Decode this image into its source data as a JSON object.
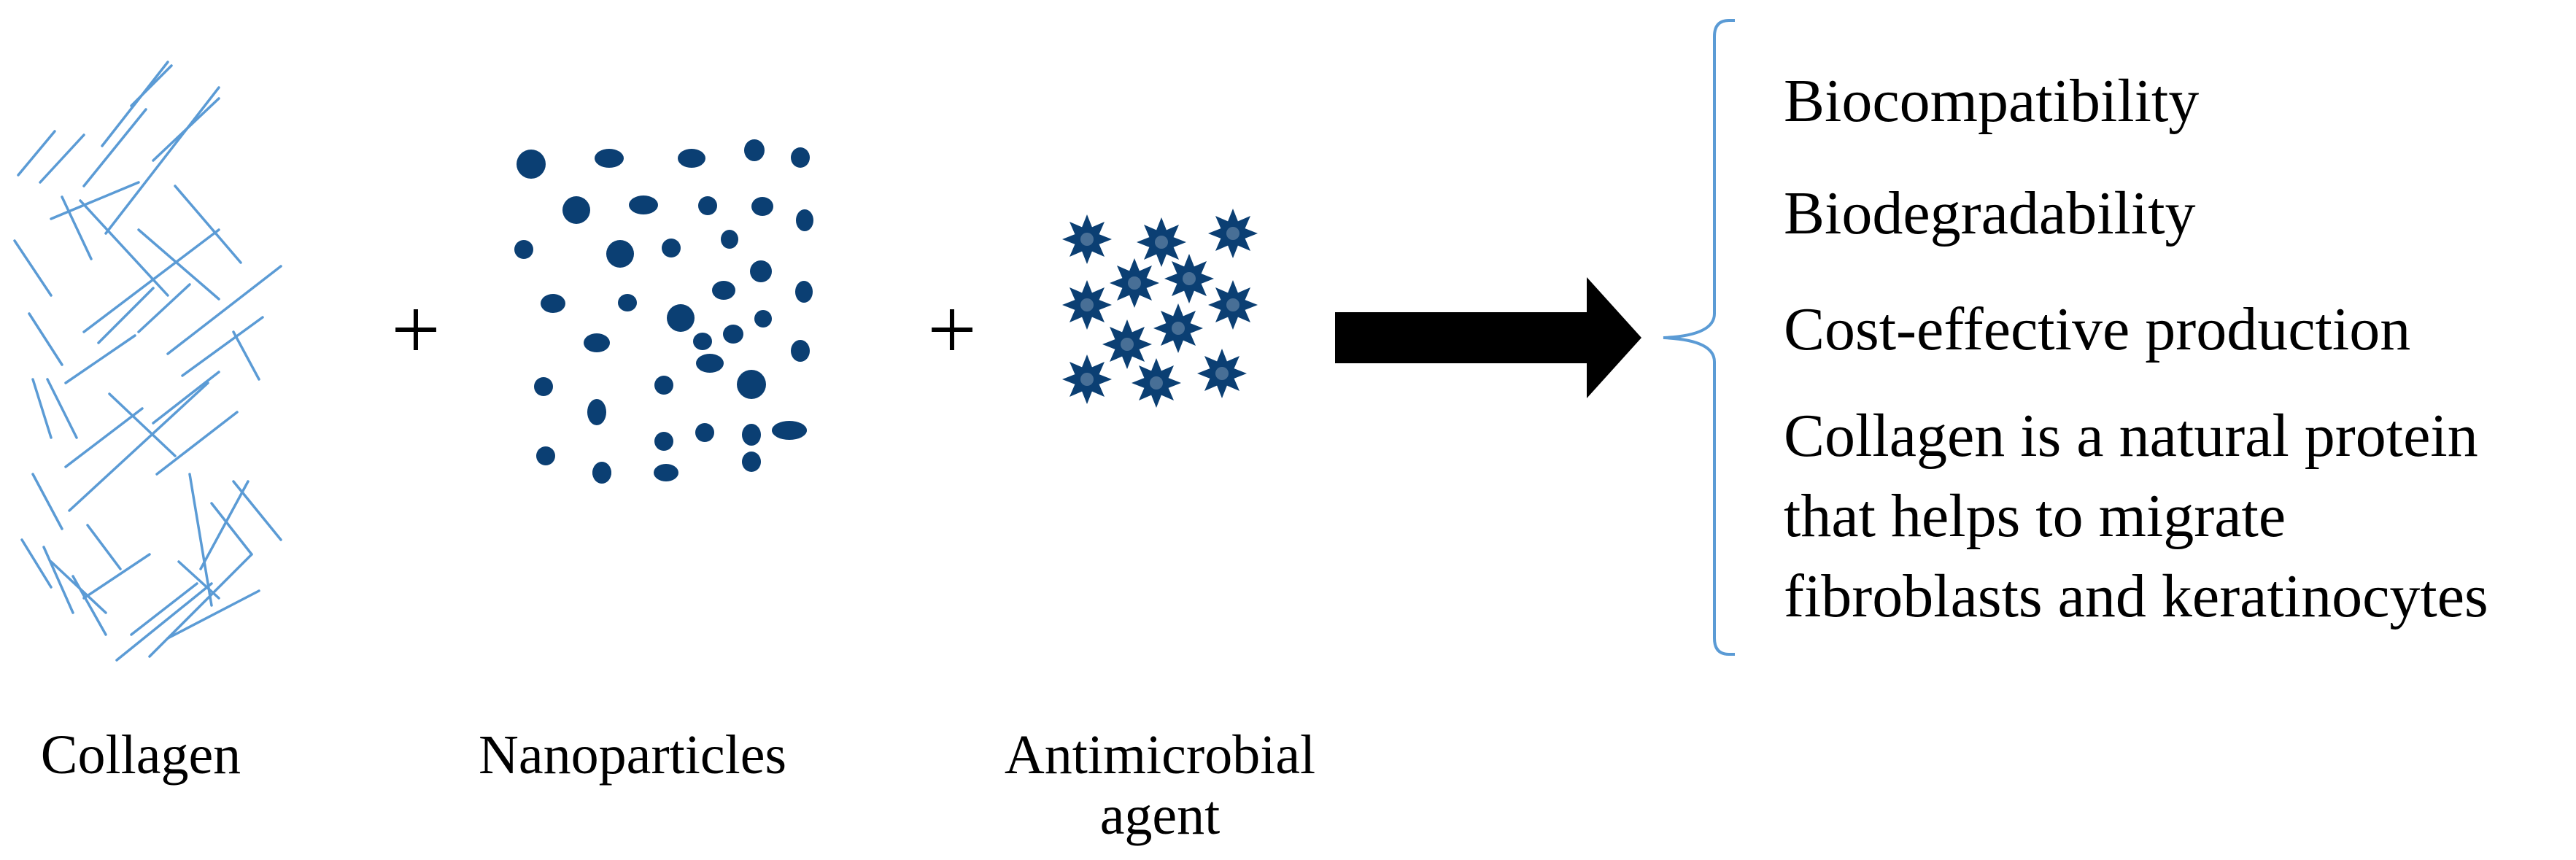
{
  "components": {
    "collagen": {
      "label": "Collagen"
    },
    "nanoparticles": {
      "label": "Nanoparticles"
    },
    "antimicrobial": {
      "label_line1": "Antimicrobial",
      "label_line2": "agent"
    }
  },
  "operators": {
    "plus": "+"
  },
  "properties": [
    "Biocompatibility",
    "Biodegradability",
    "Cost-effective production",
    "Collagen is a natural protein",
    "that helps to migrate",
    "fibroblasts and keratinocytes"
  ],
  "colors": {
    "fiber": "#5b9bd5",
    "particle": "#0b3f73",
    "arrow": "#000000",
    "brace": "#5b9bd5"
  }
}
